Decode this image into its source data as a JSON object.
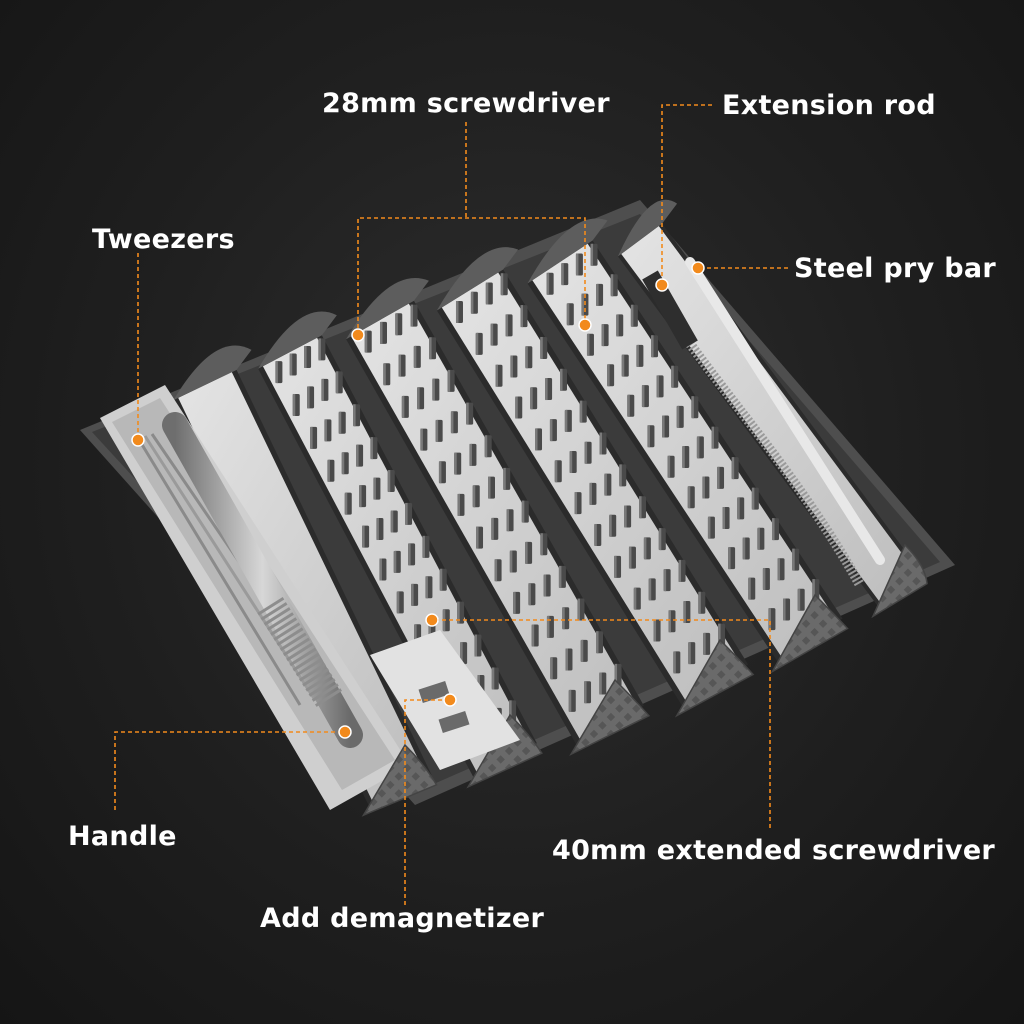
{
  "labels": {
    "screwdriver_28mm": "28mm screwdriver",
    "extension_rod": "Extension rod",
    "tweezers": "Tweezers",
    "steel_pry_bar": "Steel pry bar",
    "handle": "Handle",
    "extended_screwdriver_40mm": "40mm extended screwdriver",
    "demagnetizer": "Add demagnetizer"
  },
  "colors": {
    "background": "#1f1f1f",
    "label_text": "#ffffff",
    "callout": "#f28a1c",
    "tray": "#d9d9d9",
    "tray_shadow": "#a9a9a9",
    "case_frame": "#5a5a5a",
    "bit_metal": "#4a4a4a"
  }
}
